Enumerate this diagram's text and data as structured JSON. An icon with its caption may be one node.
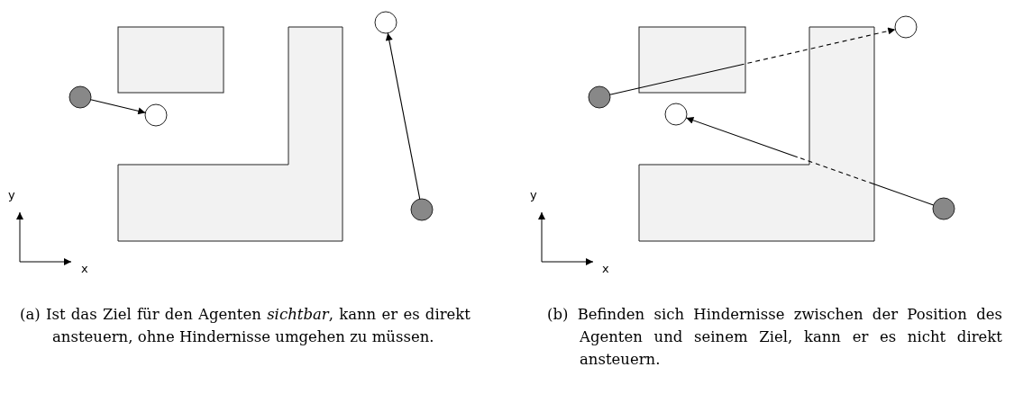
{
  "diagram": {
    "nodes": [
      {
        "text": [],
        "shape": "circle"
      },
      {
        "text": [],
        "shape": "circle"
      },
      {
        "text": [],
        "shape": "circle"
      },
      {
        "text": [],
        "shape": "circle"
      },
      {
        "text": [],
        "shape": "circle"
      },
      {
        "text": [],
        "shape": "circle"
      },
      {
        "text": [],
        "shape": "circle"
      },
      {
        "text": [],
        "shape": "circle"
      }
    ],
    "edges": [
      {
        "from": 1,
        "to": 2,
        "arrow": "to"
      },
      {
        "from": 3,
        "to": 0,
        "arrow": "to"
      },
      {
        "from": 5,
        "to": 4,
        "arrow": "to",
        "style": "dashed"
      },
      {
        "from": 7,
        "to": 6,
        "arrow": "to",
        "style": "dashed"
      }
    ],
    "labels": [
      "y",
      "x",
      "y",
      "x",
      "(a) Ist das Ziel für den Agenten *sichtbar*, kann er es direkt ansteuern, ohne Hindernisse umgehen zu müssen.",
      "(b) Befinden sich Hindernisse zwischen der Position des Agenten und seinem Ziel, kann er es nicht direkt ansteuern."
    ]
  }
}
